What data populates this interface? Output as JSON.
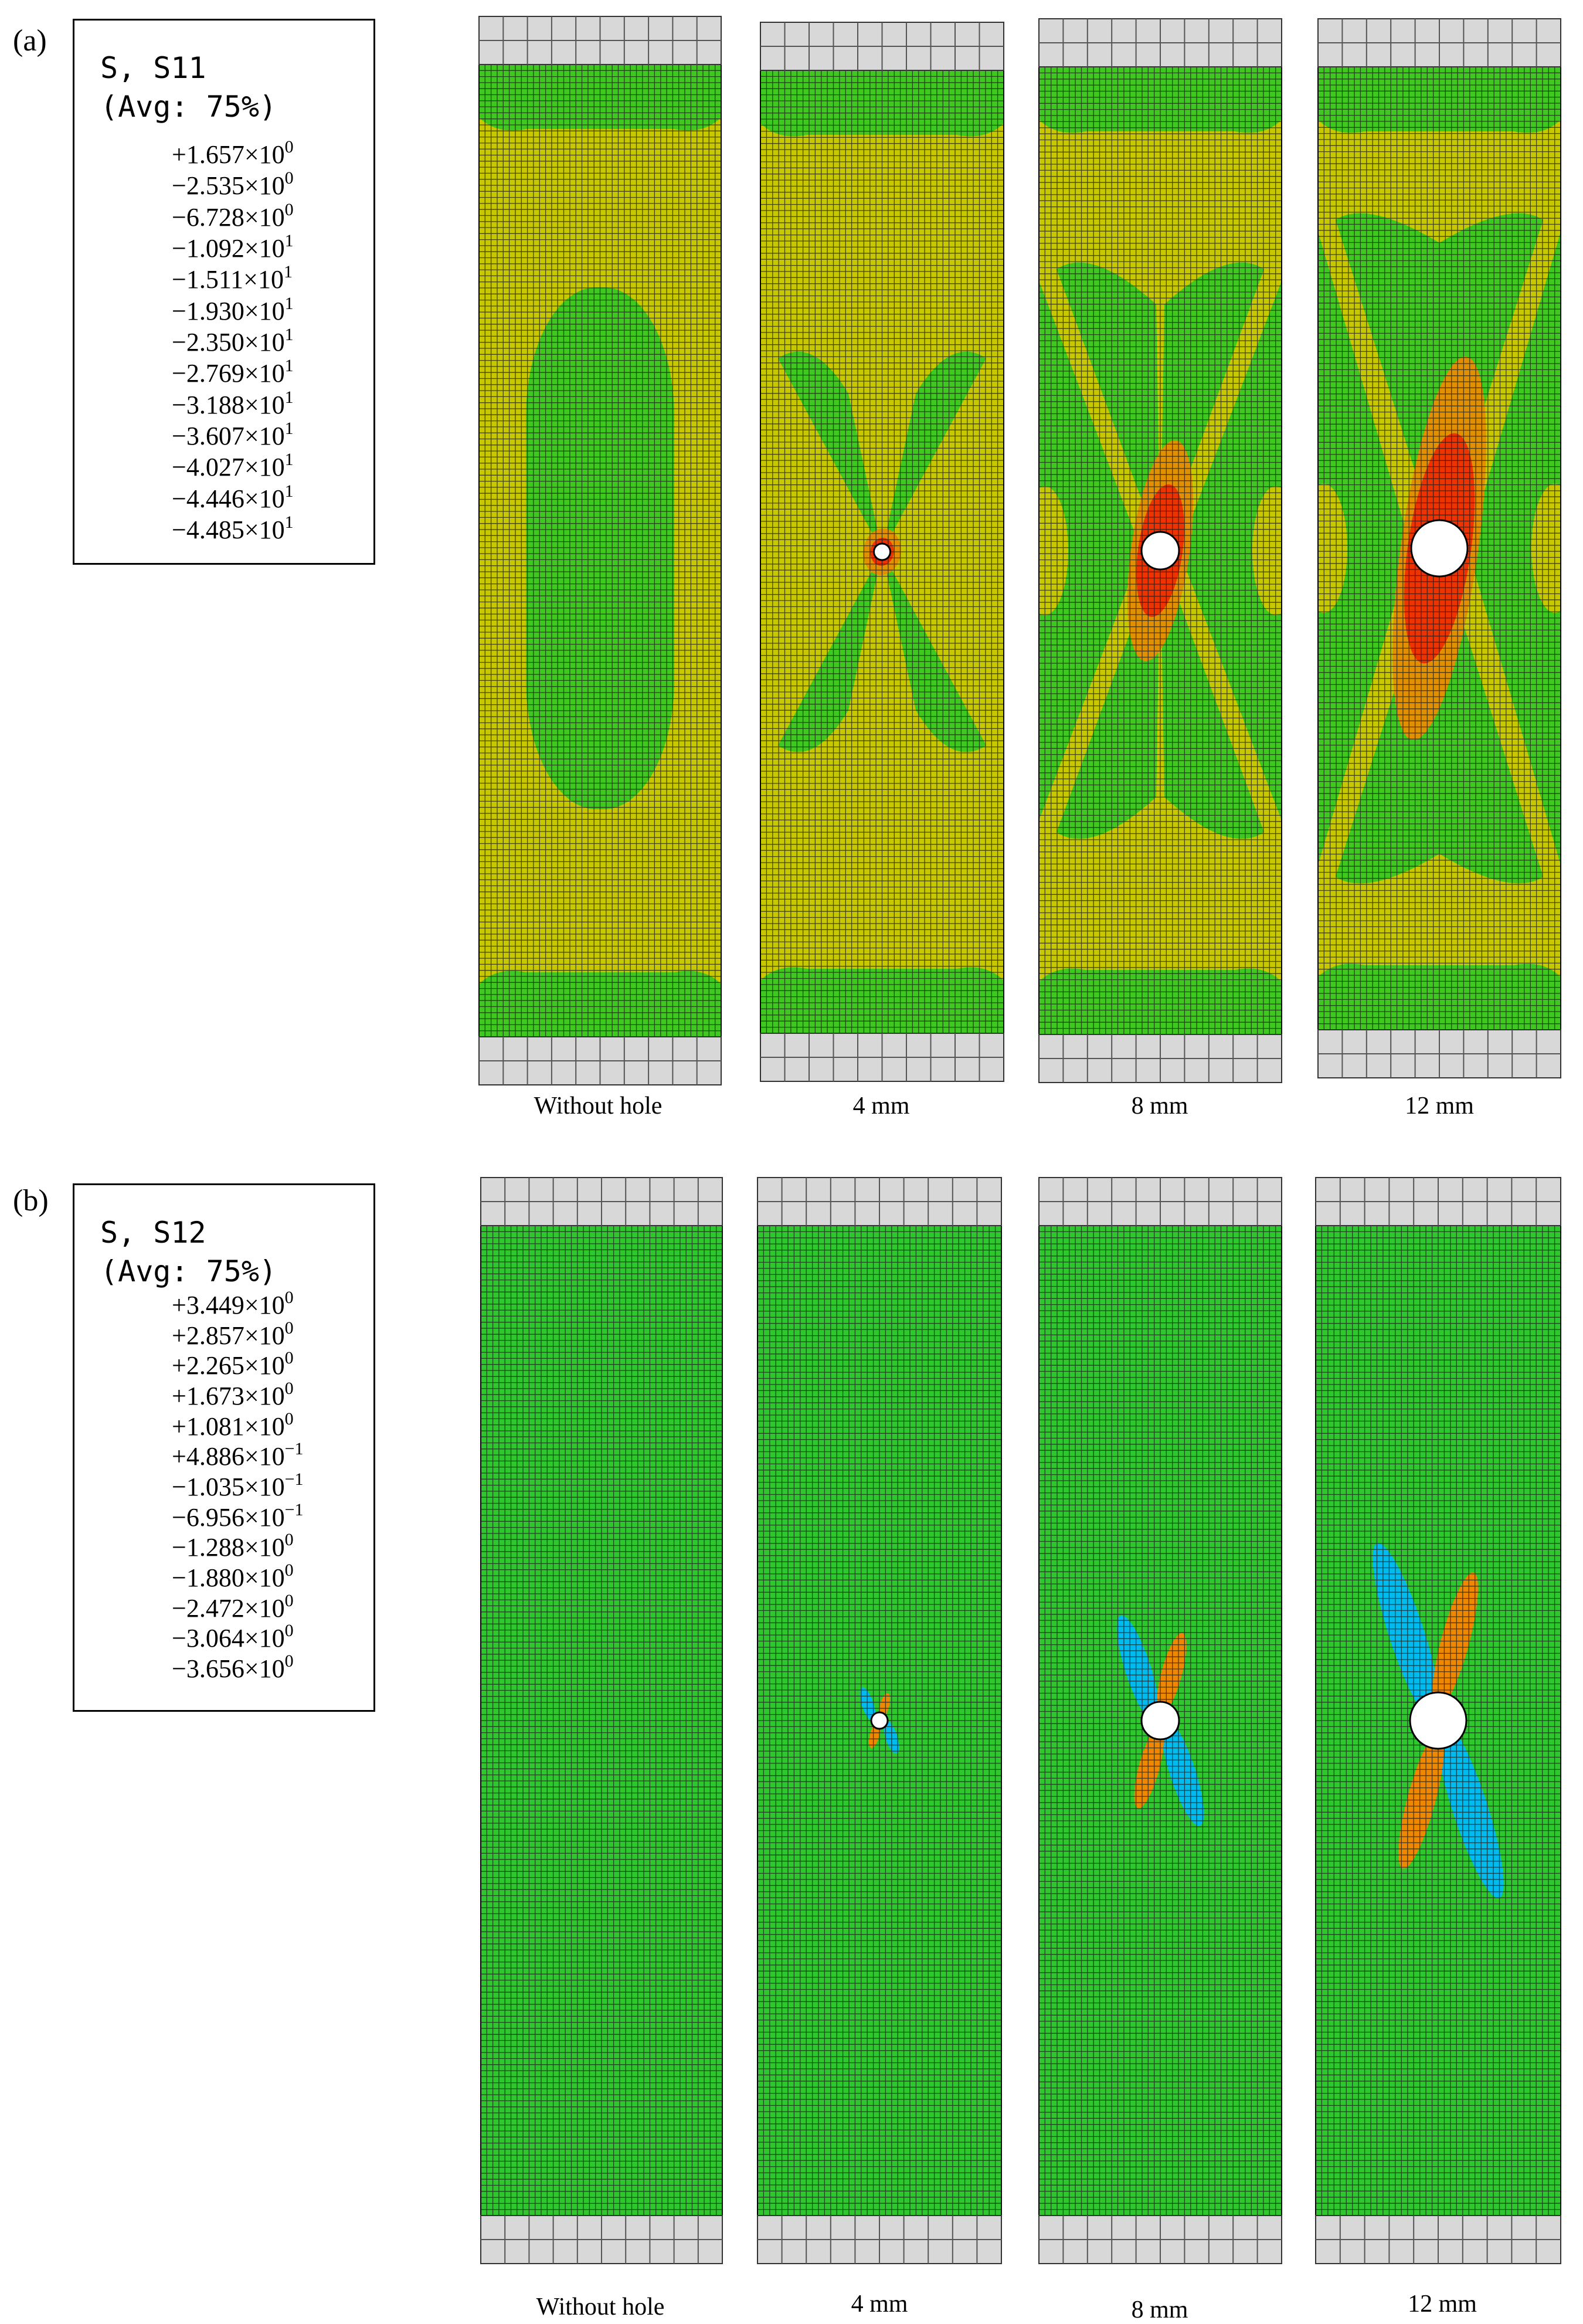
{
  "panels": [
    {
      "letter": "(a)",
      "legend_title_line1": "S, S11",
      "legend_title_line2": "(Avg: 75%)",
      "legend_entries": [
        {
          "mant": "+1.657×10",
          "exp": "0"
        },
        {
          "mant": "−2.535×10",
          "exp": "0"
        },
        {
          "mant": "−6.728×10",
          "exp": "0"
        },
        {
          "mant": "−1.092×10",
          "exp": "1"
        },
        {
          "mant": "−1.511×10",
          "exp": "1"
        },
        {
          "mant": "−1.930×10",
          "exp": "1"
        },
        {
          "mant": "−2.350×10",
          "exp": "1"
        },
        {
          "mant": "−2.769×10",
          "exp": "1"
        },
        {
          "mant": "−3.188×10",
          "exp": "1"
        },
        {
          "mant": "−3.607×10",
          "exp": "1"
        },
        {
          "mant": "−4.027×10",
          "exp": "1"
        },
        {
          "mant": "−4.446×10",
          "exp": "1"
        },
        {
          "mant": "−4.485×10",
          "exp": "1"
        }
      ],
      "specimens": [
        {
          "caption": "Without hole",
          "hole_mm": 0
        },
        {
          "caption": "4 mm",
          "hole_mm": 4
        },
        {
          "caption": "8 mm",
          "hole_mm": 8
        },
        {
          "caption": "12 mm",
          "hole_mm": 12
        }
      ]
    },
    {
      "letter": "(b)",
      "legend_title_line1": "S, S12",
      "legend_title_line2": "(Avg: 75%)",
      "legend_entries": [
        {
          "mant": "+3.449×10",
          "exp": "0"
        },
        {
          "mant": "+2.857×10",
          "exp": "0"
        },
        {
          "mant": "+2.265×10",
          "exp": "0"
        },
        {
          "mant": "+1.673×10",
          "exp": "0"
        },
        {
          "mant": "+1.081×10",
          "exp": "0"
        },
        {
          "mant": "+4.886×10",
          "exp": "−1"
        },
        {
          "mant": "−1.035×10",
          "exp": "−1"
        },
        {
          "mant": "−6.956×10",
          "exp": "−1"
        },
        {
          "mant": "−1.288×10",
          "exp": "0"
        },
        {
          "mant": "−1.880×10",
          "exp": "0"
        },
        {
          "mant": "−2.472×10",
          "exp": "0"
        },
        {
          "mant": "−3.064×10",
          "exp": "0"
        },
        {
          "mant": "−3.656×10",
          "exp": "0"
        }
      ],
      "specimens": [
        {
          "caption": "Without hole",
          "hole_mm": 0
        },
        {
          "caption": "4 mm",
          "hole_mm": 4
        },
        {
          "caption": "8 mm",
          "hole_mm": 8
        },
        {
          "caption": "12 mm",
          "hole_mm": 12
        }
      ]
    }
  ],
  "colors": {
    "contour_bands": [
      "#ff0000",
      "#ff5500",
      "#ffaa00",
      "#d4d400",
      "#c8e600",
      "#33dd00",
      "#00cc00",
      "#00cc66",
      "#00eecc",
      "#00ccff",
      "#0088ff",
      "#0033ff",
      "#0000ee"
    ],
    "s11_background": "#c8c800",
    "s11_low": "#3fc81f",
    "s12_background": "#2ec82e",
    "grip": "#d8d8d8",
    "mesh_line": "#1a1a1a"
  }
}
